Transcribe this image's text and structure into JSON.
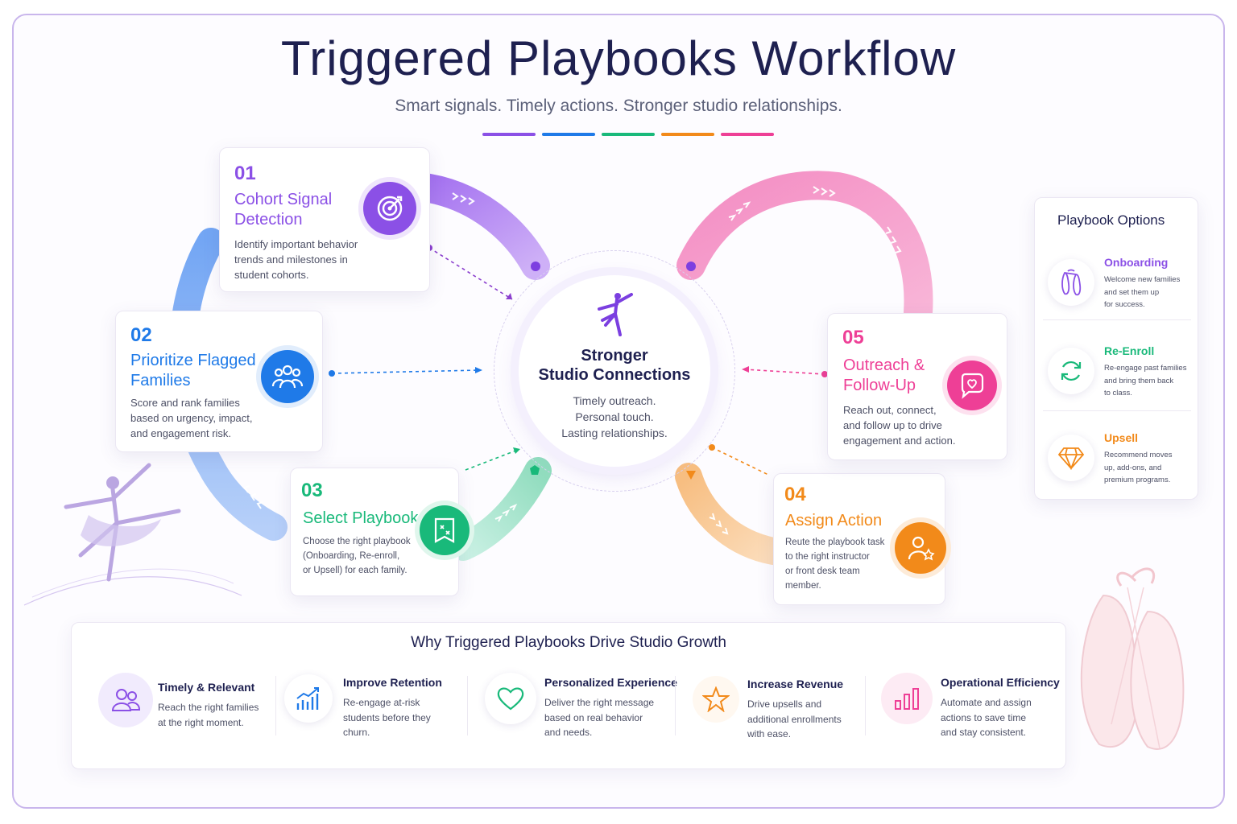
{
  "title": "Triggered Playbooks Workflow",
  "subtitle": "Smart signals. Timely actions. Stronger studio relationships.",
  "colors": {
    "purple": "#8b50e6",
    "blue": "#1f7ae8",
    "green": "#19b97a",
    "orange": "#f28a1a",
    "pink": "#ee3f96",
    "navy": "#1e2050"
  },
  "center": {
    "title_line1": "Stronger",
    "title_line2": "Studio Connections",
    "desc_line1": "Timely outreach.",
    "desc_line2": "Personal touch.",
    "desc_line3": "Lasting relationships.",
    "icon": "dancer-icon"
  },
  "steps": [
    {
      "num": "01",
      "title_line1": "Cohort Signal",
      "title_line2": "Detection",
      "desc_line1": "Identify important behavior",
      "desc_line2": "trends and milestones in",
      "desc_line3": "student cohorts.",
      "icon": "target-icon"
    },
    {
      "num": "02",
      "title_line1": "Prioritize Flagged",
      "title_line2": "Families",
      "desc_line1": "Score and rank families",
      "desc_line2": "based on urgency, impact,",
      "desc_line3": "and engagement risk.",
      "icon": "family-icon"
    },
    {
      "num": "03",
      "title_line1": "Select Playbook",
      "desc_line1": "Choose the right playbook",
      "desc_line2": "(Onboarding, Re-enroll,",
      "desc_line3": "or Upsell) for each family.",
      "icon": "playbook-icon"
    },
    {
      "num": "04",
      "title_line1": "Assign Action",
      "desc_line1": "Reute the playbook task",
      "desc_line2": "to the right instructor",
      "desc_line3": "or front desk team",
      "desc_line4": "member.",
      "icon": "assign-user-icon"
    },
    {
      "num": "05",
      "title_line1": "Outreach &",
      "title_line2": "Follow-Up",
      "desc_line1": "Reach out, connect,",
      "desc_line2": "and follow up to drive",
      "desc_line3": "engagement and action.",
      "icon": "chat-heart-icon"
    }
  ],
  "options": {
    "title": "Playbook Options",
    "items": [
      {
        "name": "Onboarding",
        "desc_line1": "Welcome new families",
        "desc_line2": "and set them up",
        "desc_line3": "for success.",
        "icon": "ballet-shoes-icon"
      },
      {
        "name": "Re-Enroll",
        "desc_line1": "Re-engage past families",
        "desc_line2": "and bring them back",
        "desc_line3": "to class.",
        "icon": "refresh-icon"
      },
      {
        "name": "Upsell",
        "desc_line1": "Recommend moves",
        "desc_line2": "up, add-ons, and",
        "desc_line3": "premium programs.",
        "icon": "diamond-icon"
      }
    ]
  },
  "benefits": {
    "title": "Why Triggered Playbooks Drive Studio Growth",
    "items": [
      {
        "name": "Timely & Relevant",
        "desc_line1": "Reach the right families",
        "desc_line2": "at the right moment.",
        "icon": "users-icon"
      },
      {
        "name": "Improve Retention",
        "desc_line1": "Re-engage at-risk",
        "desc_line2": "students before they",
        "desc_line3": "churn.",
        "icon": "growth-chart-icon"
      },
      {
        "name": "Personalized Experience",
        "desc_line1": "Deliver the right message",
        "desc_line2": "based on real behavior",
        "desc_line3": "and needs.",
        "icon": "heart-icon"
      },
      {
        "name": "Increase Revenue",
        "desc_line1": "Drive upsells and",
        "desc_line2": "additional enrollments",
        "desc_line3": "with ease.",
        "icon": "star-icon"
      },
      {
        "name": "Operational Efficiency",
        "desc_line1": "Automate and assign",
        "desc_line2": "actions to save time",
        "desc_line3": "and stay consistent.",
        "icon": "bar-chart-icon"
      }
    ]
  }
}
